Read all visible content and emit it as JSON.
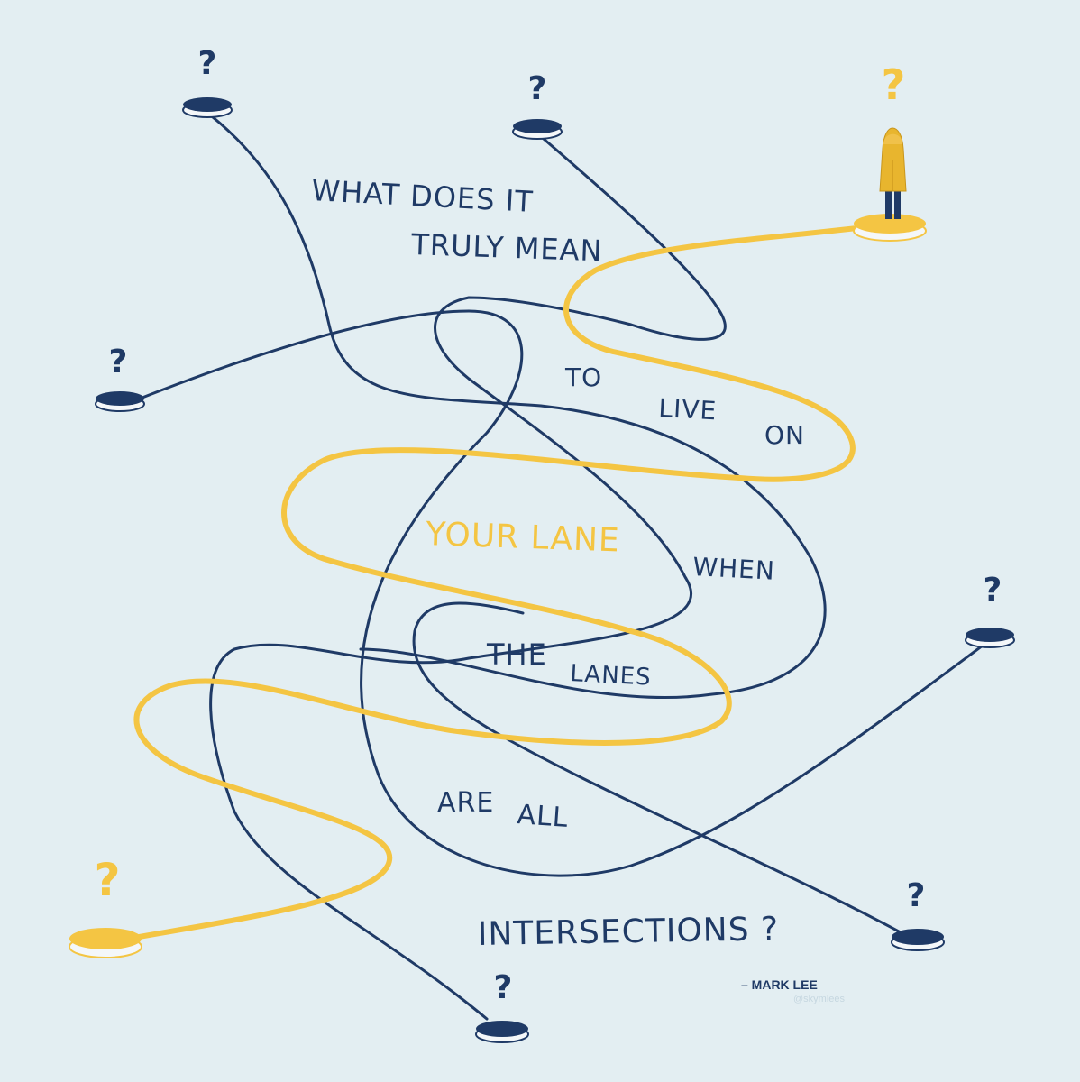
{
  "colors": {
    "background": "#e3eef2",
    "navy": "#1f3a66",
    "yellow": "#f4c543"
  },
  "text": {
    "line1": "WHAT DOES IT",
    "line2": "TRULY MEAN",
    "to": "TO",
    "live": "LIVE",
    "on": "ON",
    "your_lane": "YOUR LANE",
    "when": "WHEN",
    "the": "THE",
    "lanes": "LANES",
    "are": "ARE",
    "all": "ALL",
    "intersections": "INTERSECTIONS ?",
    "author": "– MARK LEE",
    "handle": "@skymlees"
  },
  "markers": {
    "q": "?"
  }
}
